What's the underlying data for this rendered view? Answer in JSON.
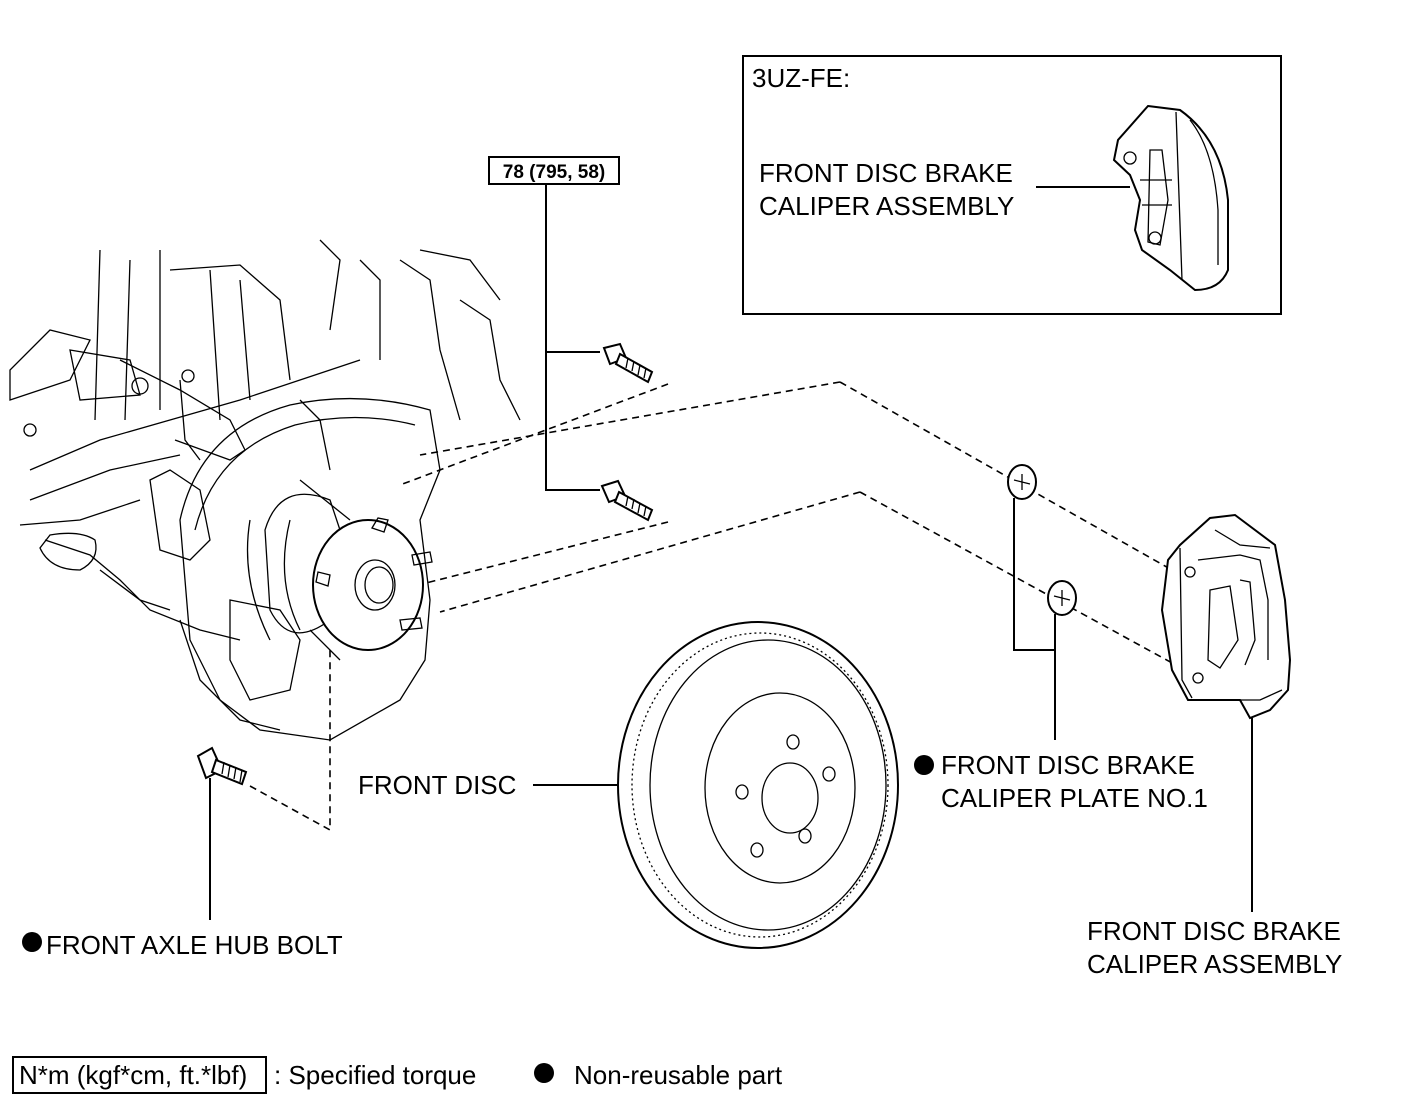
{
  "inset": {
    "engine": "3UZ-FE:",
    "caliper_line1": "FRONT DISC BRAKE",
    "caliper_line2": "CALIPER ASSEMBLY"
  },
  "torque_spec": "78 (795, 58)",
  "labels": {
    "front_disc": "FRONT DISC",
    "plate_line1": "FRONT DISC BRAKE",
    "plate_line2": "CALIPER PLATE NO.1",
    "caliper_line1": "FRONT DISC BRAKE",
    "caliper_line2": "CALIPER ASSEMBLY",
    "hub_bolt": "FRONT AXLE HUB BOLT"
  },
  "legend": {
    "torque_unit": "N*m (kgf*cm, ft.*lbf)",
    "torque_text": ": Specified torque",
    "nonreusable_text": "Non-reusable part"
  }
}
